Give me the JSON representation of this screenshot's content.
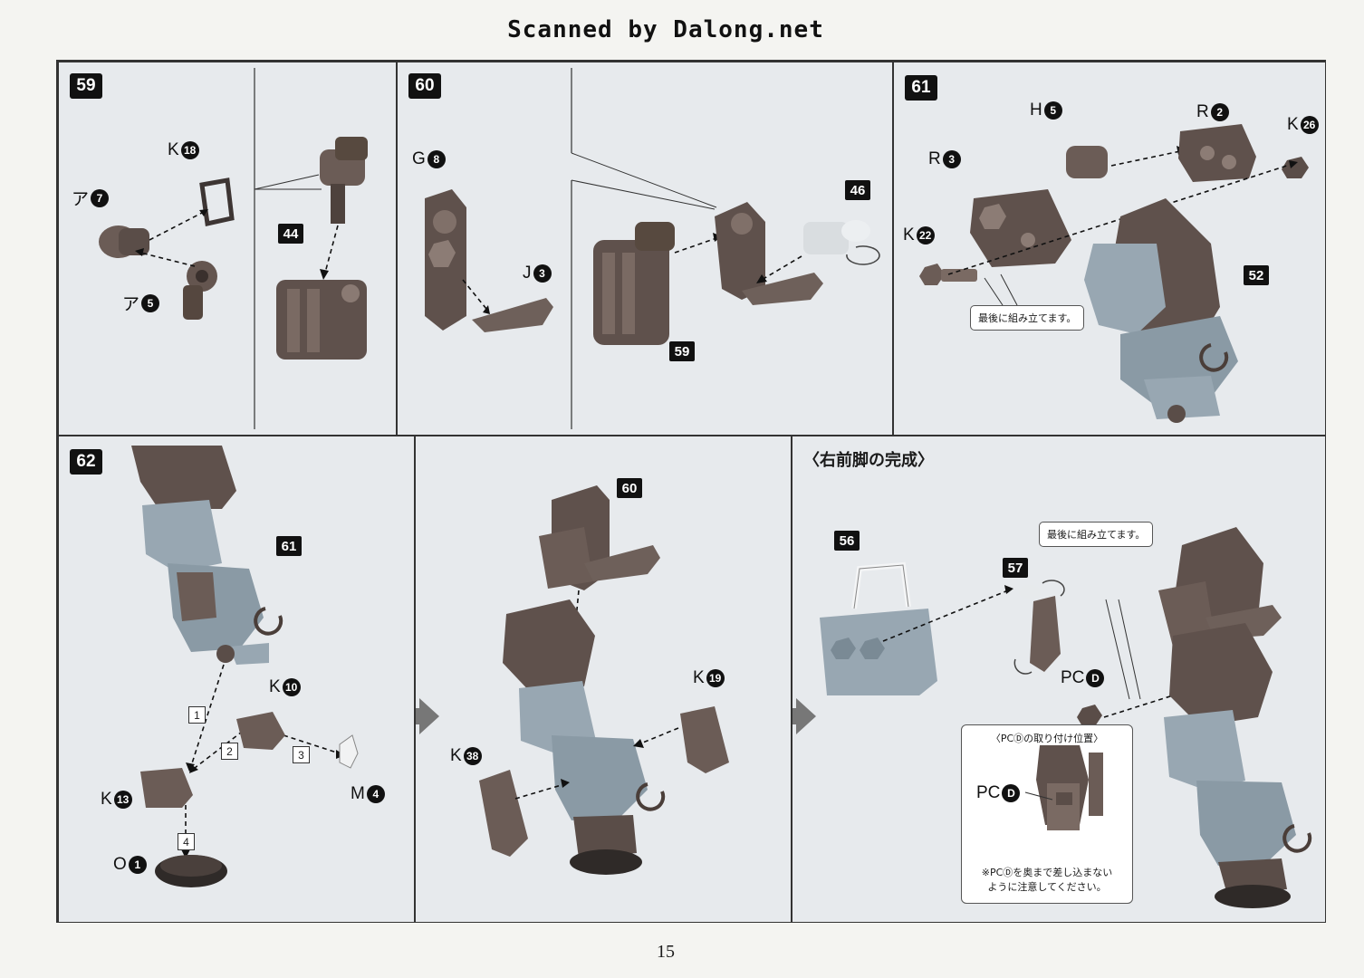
{
  "header": {
    "scan_credit": "Scanned by Dalong.net"
  },
  "page_number": "15",
  "steps": {
    "s59": {
      "badge": "59",
      "parts": [
        {
          "letter": "K",
          "num": "18"
        },
        {
          "letter": "ア",
          "num": "7"
        },
        {
          "letter": "ア",
          "num": "5"
        }
      ],
      "ref": "44"
    },
    "s60": {
      "badge": "60",
      "parts": [
        {
          "letter": "G",
          "num": "8"
        },
        {
          "letter": "J",
          "num": "3"
        }
      ],
      "refs": [
        "46",
        "59"
      ]
    },
    "s61": {
      "badge": "61",
      "parts": [
        {
          "letter": "H",
          "num": "5"
        },
        {
          "letter": "R",
          "num": "2"
        },
        {
          "letter": "K",
          "num": "26"
        },
        {
          "letter": "R",
          "num": "3"
        },
        {
          "letter": "K",
          "num": "22"
        }
      ],
      "ref": "52",
      "note": "最後に組み立てます。"
    },
    "s62": {
      "badge": "62",
      "ref": "61",
      "parts": [
        {
          "letter": "K",
          "num": "10"
        },
        {
          "letter": "K",
          "num": "13"
        },
        {
          "letter": "M",
          "num": "4"
        },
        {
          "letter": "O",
          "num": "1"
        }
      ],
      "order": [
        "1",
        "2",
        "3",
        "4"
      ]
    },
    "s62b": {
      "ref": "60",
      "parts": [
        {
          "letter": "K",
          "num": "19"
        },
        {
          "letter": "K",
          "num": "38"
        }
      ]
    },
    "complete": {
      "title": "〈右前脚の完成〉",
      "refs": [
        "56",
        "57"
      ],
      "pc_part": {
        "letter": "PC",
        "num": "D"
      },
      "note": "最後に組み立てます。",
      "inset_title": "〈PCⒹの取り付け位置〉",
      "inset_part": {
        "letter": "PC",
        "num": "D"
      },
      "inset_note_1": "※PCⒹを奥まで差し込まない",
      "inset_note_2": "ように注意してください。"
    }
  }
}
